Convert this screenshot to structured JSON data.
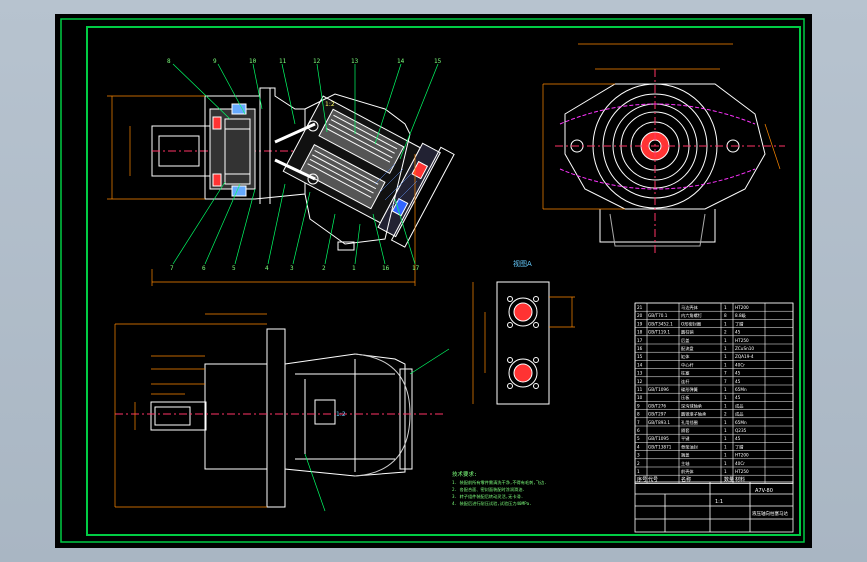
{
  "drawing": {
    "view_label": "视图A",
    "section_mark": "1:2",
    "scale_note": "1:1",
    "drawing_code": "A7V-80",
    "title_note": "液压轴向柱塞马达",
    "tech_req_title": "技术要求:",
    "tech_req_lines": [
      "1. 装配前所有零件需清洗干净,不得有毛刺,飞边.",
      "2. 各配合面、密封面装配时涂润滑油.",
      "3. 转子组件装配后转动灵活,无卡滞.",
      "4. 装配后进行耐压试验,试验压力40MPa."
    ]
  },
  "colors": {
    "frame": "#00cc44",
    "line": "#ffffff",
    "leader": "#00ff66",
    "dim": "#ff8800",
    "center": "#ff3366",
    "hatch": "#6699ff",
    "fill_red": "#ff3333",
    "fill_gray": "#888888"
  },
  "bom": {
    "rows": [
      {
        "no": "21",
        "code": "",
        "name": "马达壳体",
        "qty": "1",
        "mat": "HT200"
      },
      {
        "no": "20",
        "code": "GB/T70.1",
        "name": "内六角螺钉",
        "qty": "8",
        "mat": "8.8级"
      },
      {
        "no": "19",
        "code": "GB/T3452.1",
        "name": "O形密封圈",
        "qty": "1",
        "mat": "丁腈"
      },
      {
        "no": "18",
        "code": "GB/T119.1",
        "name": "圆柱销",
        "qty": "2",
        "mat": "45"
      },
      {
        "no": "17",
        "code": "",
        "name": "后盖",
        "qty": "1",
        "mat": "HT250"
      },
      {
        "no": "16",
        "code": "",
        "name": "配流盘",
        "qty": "1",
        "mat": "ZCuSn10"
      },
      {
        "no": "15",
        "code": "",
        "name": "缸体",
        "qty": "1",
        "mat": "ZQA19-4"
      },
      {
        "no": "14",
        "code": "",
        "name": "中心杆",
        "qty": "1",
        "mat": "40Cr"
      },
      {
        "no": "13",
        "code": "",
        "name": "柱塞",
        "qty": "7",
        "mat": "45"
      },
      {
        "no": "12",
        "code": "",
        "name": "连杆",
        "qty": "7",
        "mat": "45"
      },
      {
        "no": "11",
        "code": "GB/T1096",
        "name": "碟形弹簧",
        "qty": "1",
        "mat": "65Mn"
      },
      {
        "no": "10",
        "code": "",
        "name": "压板",
        "qty": "1",
        "mat": "45"
      },
      {
        "no": "9",
        "code": "GB/T276",
        "name": "深沟球轴承",
        "qty": "1",
        "mat": "成品"
      },
      {
        "no": "8",
        "code": "GB/T297",
        "name": "圆锥滚子轴承",
        "qty": "2",
        "mat": "成品"
      },
      {
        "no": "7",
        "code": "GB/T893.1",
        "name": "孔用挡圈",
        "qty": "1",
        "mat": "65Mn"
      },
      {
        "no": "6",
        "code": "",
        "name": "隔套",
        "qty": "1",
        "mat": "Q235"
      },
      {
        "no": "5",
        "code": "GB/T1095",
        "name": "平键",
        "qty": "1",
        "mat": "45"
      },
      {
        "no": "4",
        "code": "GB/T13871",
        "name": "骨架油封",
        "qty": "1",
        "mat": "丁腈"
      },
      {
        "no": "3",
        "code": "",
        "name": "端盖",
        "qty": "1",
        "mat": "HT200"
      },
      {
        "no": "2",
        "code": "",
        "name": "主轴",
        "qty": "1",
        "mat": "40Cr"
      },
      {
        "no": "1",
        "code": "",
        "name": "前壳体",
        "qty": "1",
        "mat": "HT250"
      }
    ],
    "header": {
      "no": "序号",
      "code": "代号",
      "name": "名称",
      "qty": "数量",
      "mat": "材料"
    }
  }
}
